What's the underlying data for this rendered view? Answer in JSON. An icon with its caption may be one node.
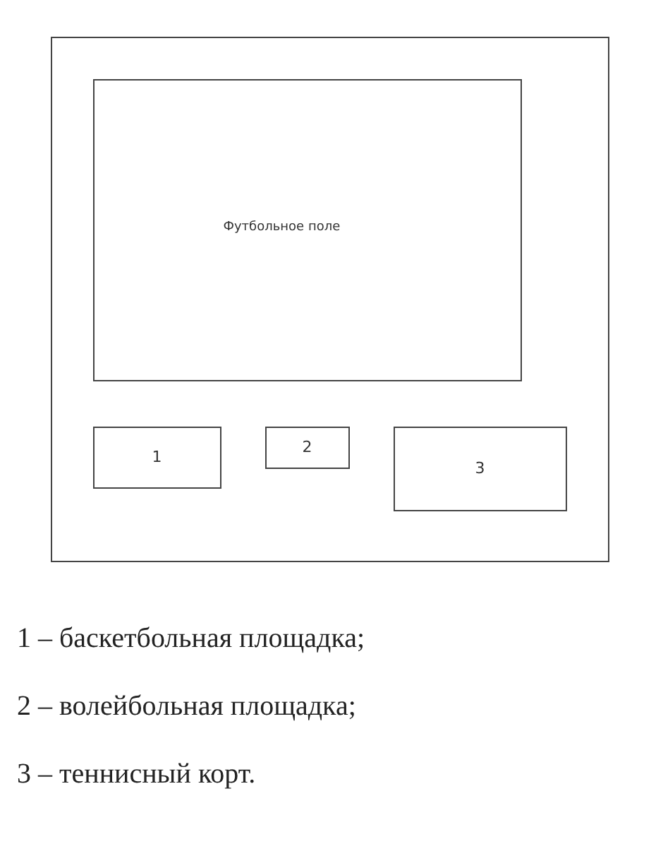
{
  "diagram": {
    "nodes": [
      {
        "text": [],
        "shape": "box"
      },
      {
        "text": [
          "Футбольное поле"
        ],
        "in": 0
      },
      {
        "text": [
          "1"
        ],
        "in": 0
      },
      {
        "text": [
          "2"
        ],
        "in": 0
      },
      {
        "text": [
          "3"
        ],
        "in": 0
      }
    ],
    "labels": [
      "1 – баскетбольная площадка;",
      "2 – волейбольная площадка;",
      "3 – теннисный корт."
    ]
  }
}
